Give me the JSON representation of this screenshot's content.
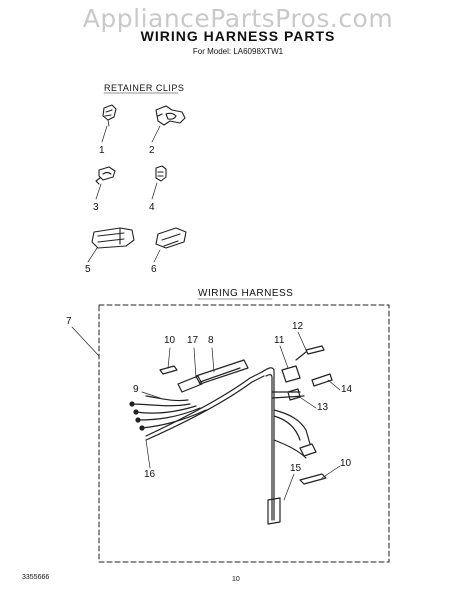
{
  "watermark": "AppliancePartsPros.com",
  "title": "WIRING HARNESS PARTS",
  "model": "For Model: LA6098XTW1",
  "retainer_clips": {
    "heading": "RETAINER CLIPS",
    "labels": [
      "1",
      "2",
      "3",
      "4",
      "5",
      "6"
    ]
  },
  "wiring_harness": {
    "heading": "WIRING HARNESS",
    "callouts": [
      "7",
      "8",
      "9",
      "10",
      "10",
      "11",
      "12",
      "13",
      "14",
      "15",
      "16",
      "17"
    ]
  },
  "footer": {
    "doc_number": "3355666",
    "page_number": "10"
  }
}
